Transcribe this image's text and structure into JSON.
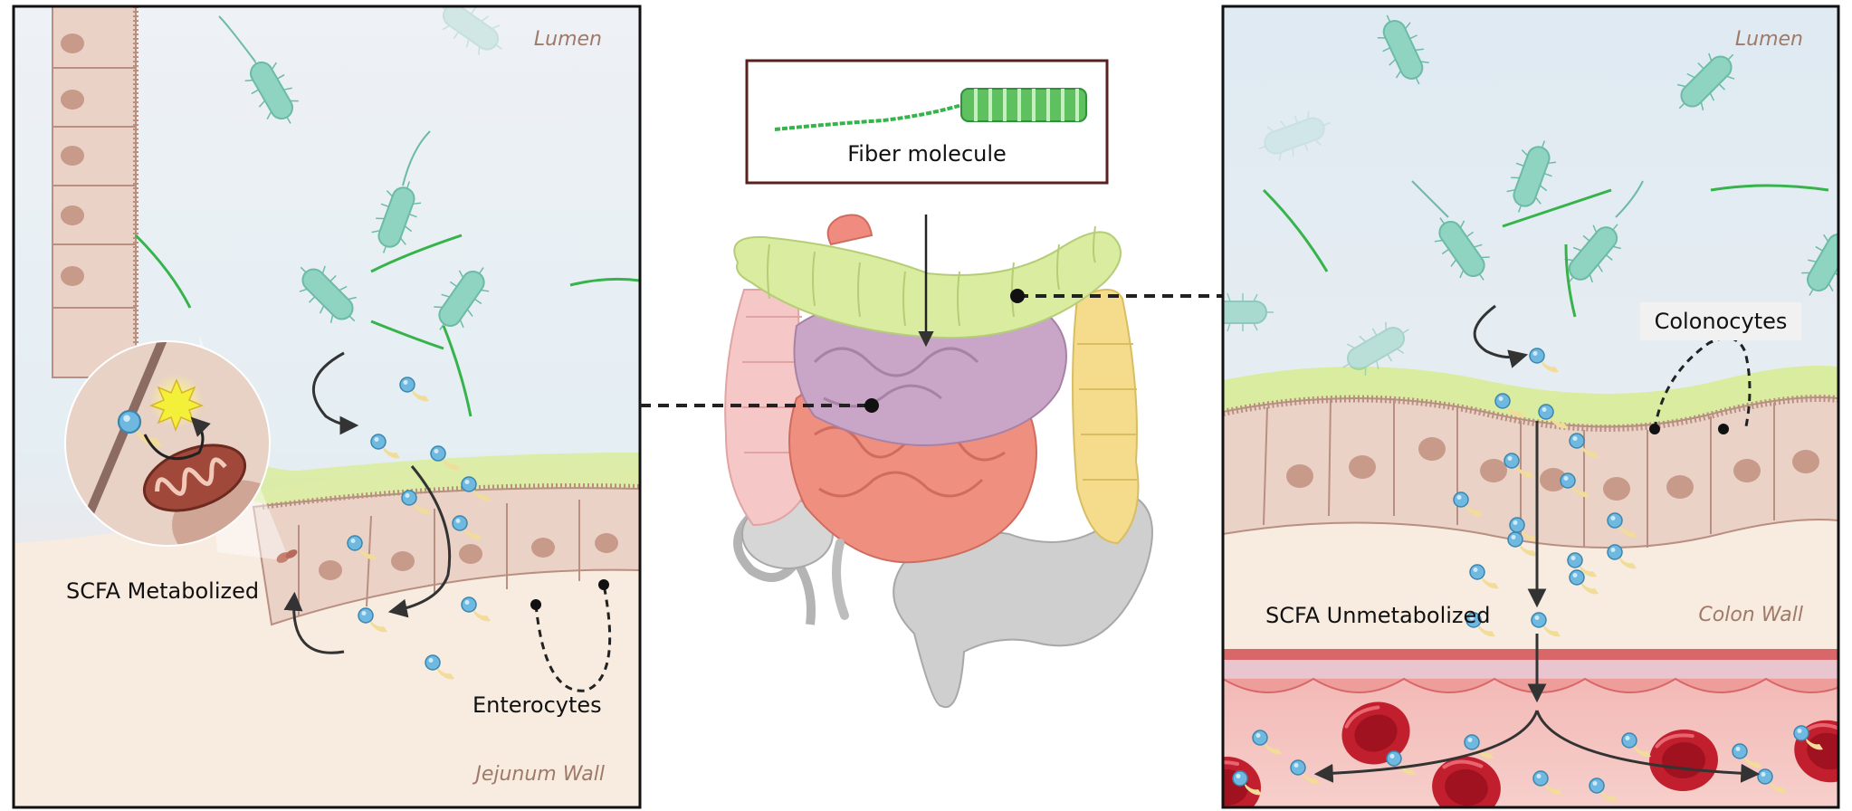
{
  "fiber_box": {
    "label": "Fiber molecule"
  },
  "left_panel": {
    "lumen_label": "Lumen",
    "wall_label": "Jejunum Wall",
    "metabolized_label": "SCFA Metabolized",
    "cells_label": "Enterocytes"
  },
  "right_panel": {
    "lumen_label": "Lumen",
    "wall_label": "Colon Wall",
    "unmetabolized_label": "SCFA Unmetabolized",
    "cells_label": "Colonocytes"
  },
  "colors": {
    "frame": "#111111",
    "fiber_box_border": "#5a1f1f",
    "bacteria": "#8fd3c1",
    "fiber_strand": "#36b34a",
    "scfa": "#6fb9e0",
    "cell": "#ead2c6",
    "nucleus": "#c89a8a",
    "small_intestine": "#ee8f80",
    "jejunum": "#c9a6c8",
    "transverse_colon": "#d9eca0",
    "ascending_colon": "#f5c7c7",
    "descending_colon": "#f4dc8c",
    "rectum": "#cfcfcf",
    "rbc": "#c21f2e",
    "muted_label": "#a07a68"
  }
}
